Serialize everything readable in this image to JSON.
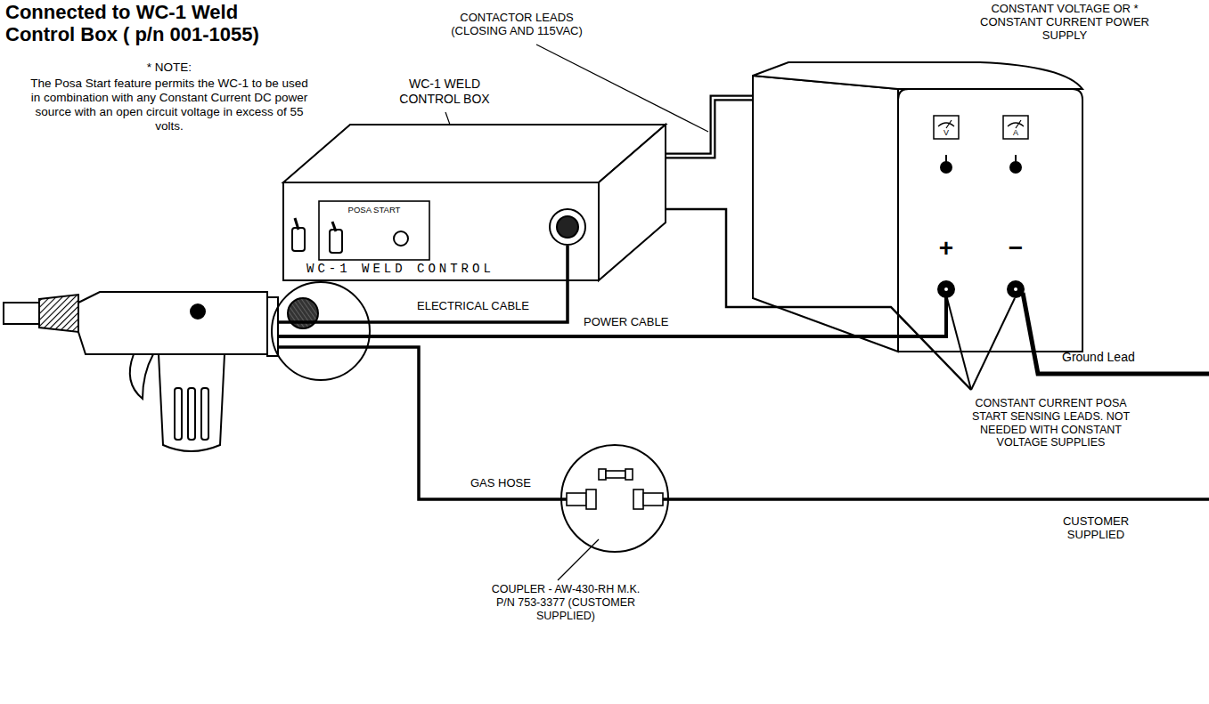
{
  "diagram": {
    "title": "Connected to WC-1 Weld Control Box ( p/n 001-1055)",
    "nodes": [
      {
        "text": [
          "WC-1 WELD CONTROL BOX",
          "POSA START",
          "WC-1 WELD CONTROL"
        ]
      },
      {
        "text": [
          "CONSTANT VOLTAGE OR * CONSTANT CURRENT POWER SUPPLY",
          "V",
          "A",
          "+",
          "−"
        ]
      }
    ],
    "edges": [
      {
        "from": 0,
        "to": 1,
        "label": "CONTACTOR LEADS (CLOSING AND 115VAC)",
        "arrow": "none"
      },
      {
        "from": 0,
        "to": 1,
        "arrow": "none"
      }
    ],
    "labels": [
      "* NOTE:",
      "The Posa Start feature permits the WC-1 to be used in combination with any Constant Current DC power source with an open circuit voltage in excess of 55 volts.",
      "ELECTRICAL CABLE",
      "POWER CABLE",
      "Ground Lead",
      "CONSTANT CURRENT POSA START SENSING LEADS. NOT NEEDED WITH CONSTANT VOLTAGE SUPPLIES",
      "GAS HOSE",
      "COUPLER - AW-430-RH M.K. P/N 753-3377 (CUSTOMER SUPPLIED)",
      "CUSTOMER SUPPLIED"
    ]
  }
}
